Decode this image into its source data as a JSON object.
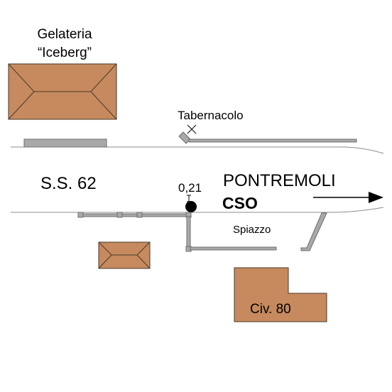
{
  "labels": {
    "gelateria_line1": "Gelateria",
    "gelateria_line2": "“Iceberg”",
    "tabernacolo": "Tabernacolo",
    "road": "S.S. 62",
    "measurement": "0,21",
    "direction": "PONTREMOLI",
    "point": "CSO",
    "spiazzo": "Spiazzo",
    "civic": "Civ. 80"
  },
  "colors": {
    "building_fill": "#c68a5e",
    "building_stroke": "#4a3a2a",
    "wall_fill": "#a9a9a9",
    "road_line": "#8c8c8c",
    "point": "#000000"
  },
  "icons": {
    "direction_arrow": "arrow-right-icon",
    "shrine_marker": "cross-icon",
    "measure_point": "filled-circle-icon"
  }
}
